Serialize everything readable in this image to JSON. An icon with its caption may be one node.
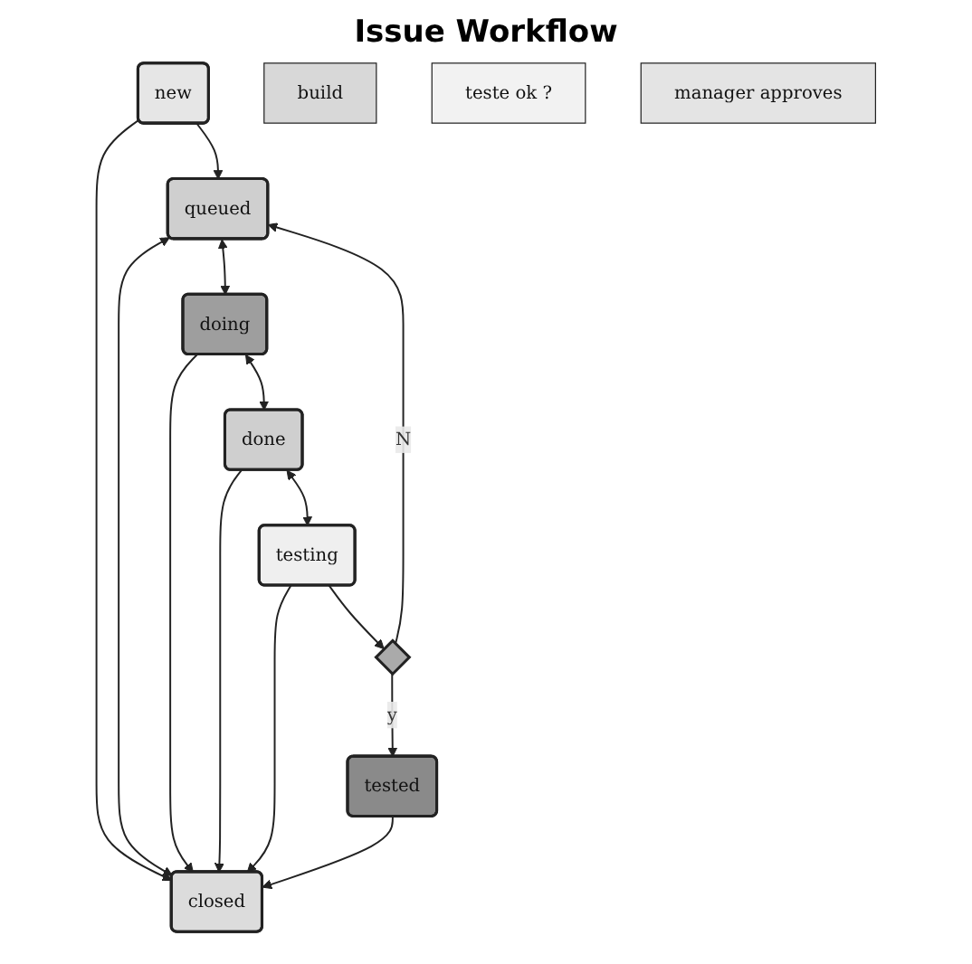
{
  "diagram": {
    "title": "Issue Workflow",
    "nodes": [
      {
        "text": [
          "new"
        ]
      },
      {
        "text": [
          "queued"
        ]
      },
      {
        "text": [
          "doing"
        ]
      },
      {
        "text": [
          "done"
        ]
      },
      {
        "text": [
          "testing"
        ]
      },
      {
        "text": [],
        "shape": "diamond"
      },
      {
        "text": [
          "tested"
        ]
      },
      {
        "text": [
          "closed"
        ]
      },
      {
        "text": [
          "build"
        ]
      },
      {
        "text": [
          "teste ok ?"
        ]
      },
      {
        "text": [
          "manager approves"
        ]
      }
    ],
    "edges": [
      {
        "from": 0,
        "to": 1,
        "arrow": "to"
      },
      {
        "from": 0,
        "to": 7,
        "arrow": "to"
      },
      {
        "from": 1,
        "to": 7,
        "arrow": "both"
      },
      {
        "from": 1,
        "to": 2,
        "arrow": "both"
      },
      {
        "from": 2,
        "to": 3,
        "arrow": "both"
      },
      {
        "from": 2,
        "to": 7,
        "arrow": "to"
      },
      {
        "from": 3,
        "to": 7,
        "arrow": "to"
      },
      {
        "from": 3,
        "to": 4,
        "arrow": "both"
      },
      {
        "from": 4,
        "to": 7,
        "arrow": "to"
      },
      {
        "from": 4,
        "to": 5,
        "arrow": "to"
      },
      {
        "from": 5,
        "to": 1,
        "arrow": "to",
        "label": "N"
      },
      {
        "from": 5,
        "to": 6,
        "arrow": "to",
        "label": "y"
      },
      {
        "from": 6,
        "to": 7,
        "arrow": "to"
      }
    ]
  }
}
